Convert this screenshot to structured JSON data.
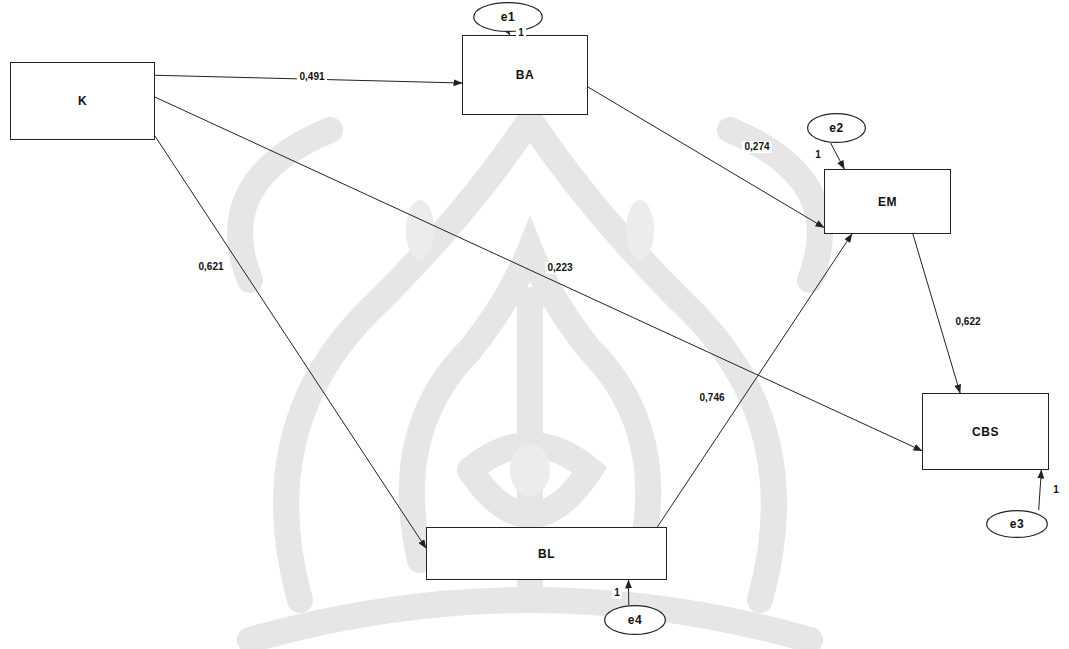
{
  "diagram": {
    "nodes": [
      {
        "text": [
          "K"
        ]
      },
      {
        "text": [
          "e1"
        ]
      },
      {
        "text": [
          "BA"
        ]
      },
      {
        "text": [
          "e2"
        ]
      },
      {
        "text": [
          "EM"
        ]
      },
      {
        "text": [
          "CBS"
        ]
      },
      {
        "text": [
          "e3"
        ]
      },
      {
        "text": [
          "BL"
        ]
      },
      {
        "text": [
          "e4"
        ]
      }
    ],
    "edges": [
      {
        "from": 0,
        "to": 2,
        "label": "0,491",
        "arrow": "to"
      },
      {
        "from": 0,
        "to": 5,
        "label": "0,223",
        "arrow": "to"
      },
      {
        "from": 0,
        "to": 7,
        "label": "0,621",
        "arrow": "to"
      },
      {
        "from": 2,
        "to": 4,
        "label": "0,274",
        "arrow": "to"
      },
      {
        "from": 7,
        "to": 4,
        "label": "0,746",
        "arrow": "to"
      },
      {
        "from": 4,
        "to": 5,
        "label": "0,622",
        "arrow": "to"
      },
      {
        "from": 1,
        "to": 2,
        "label": "1",
        "arrow": "to"
      },
      {
        "from": 3,
        "to": 4,
        "label": "1",
        "arrow": "to"
      },
      {
        "from": 6,
        "to": 5,
        "label": "1",
        "arrow": "to"
      },
      {
        "from": 8,
        "to": 7,
        "label": "1",
        "arrow": "to"
      }
    ]
  }
}
